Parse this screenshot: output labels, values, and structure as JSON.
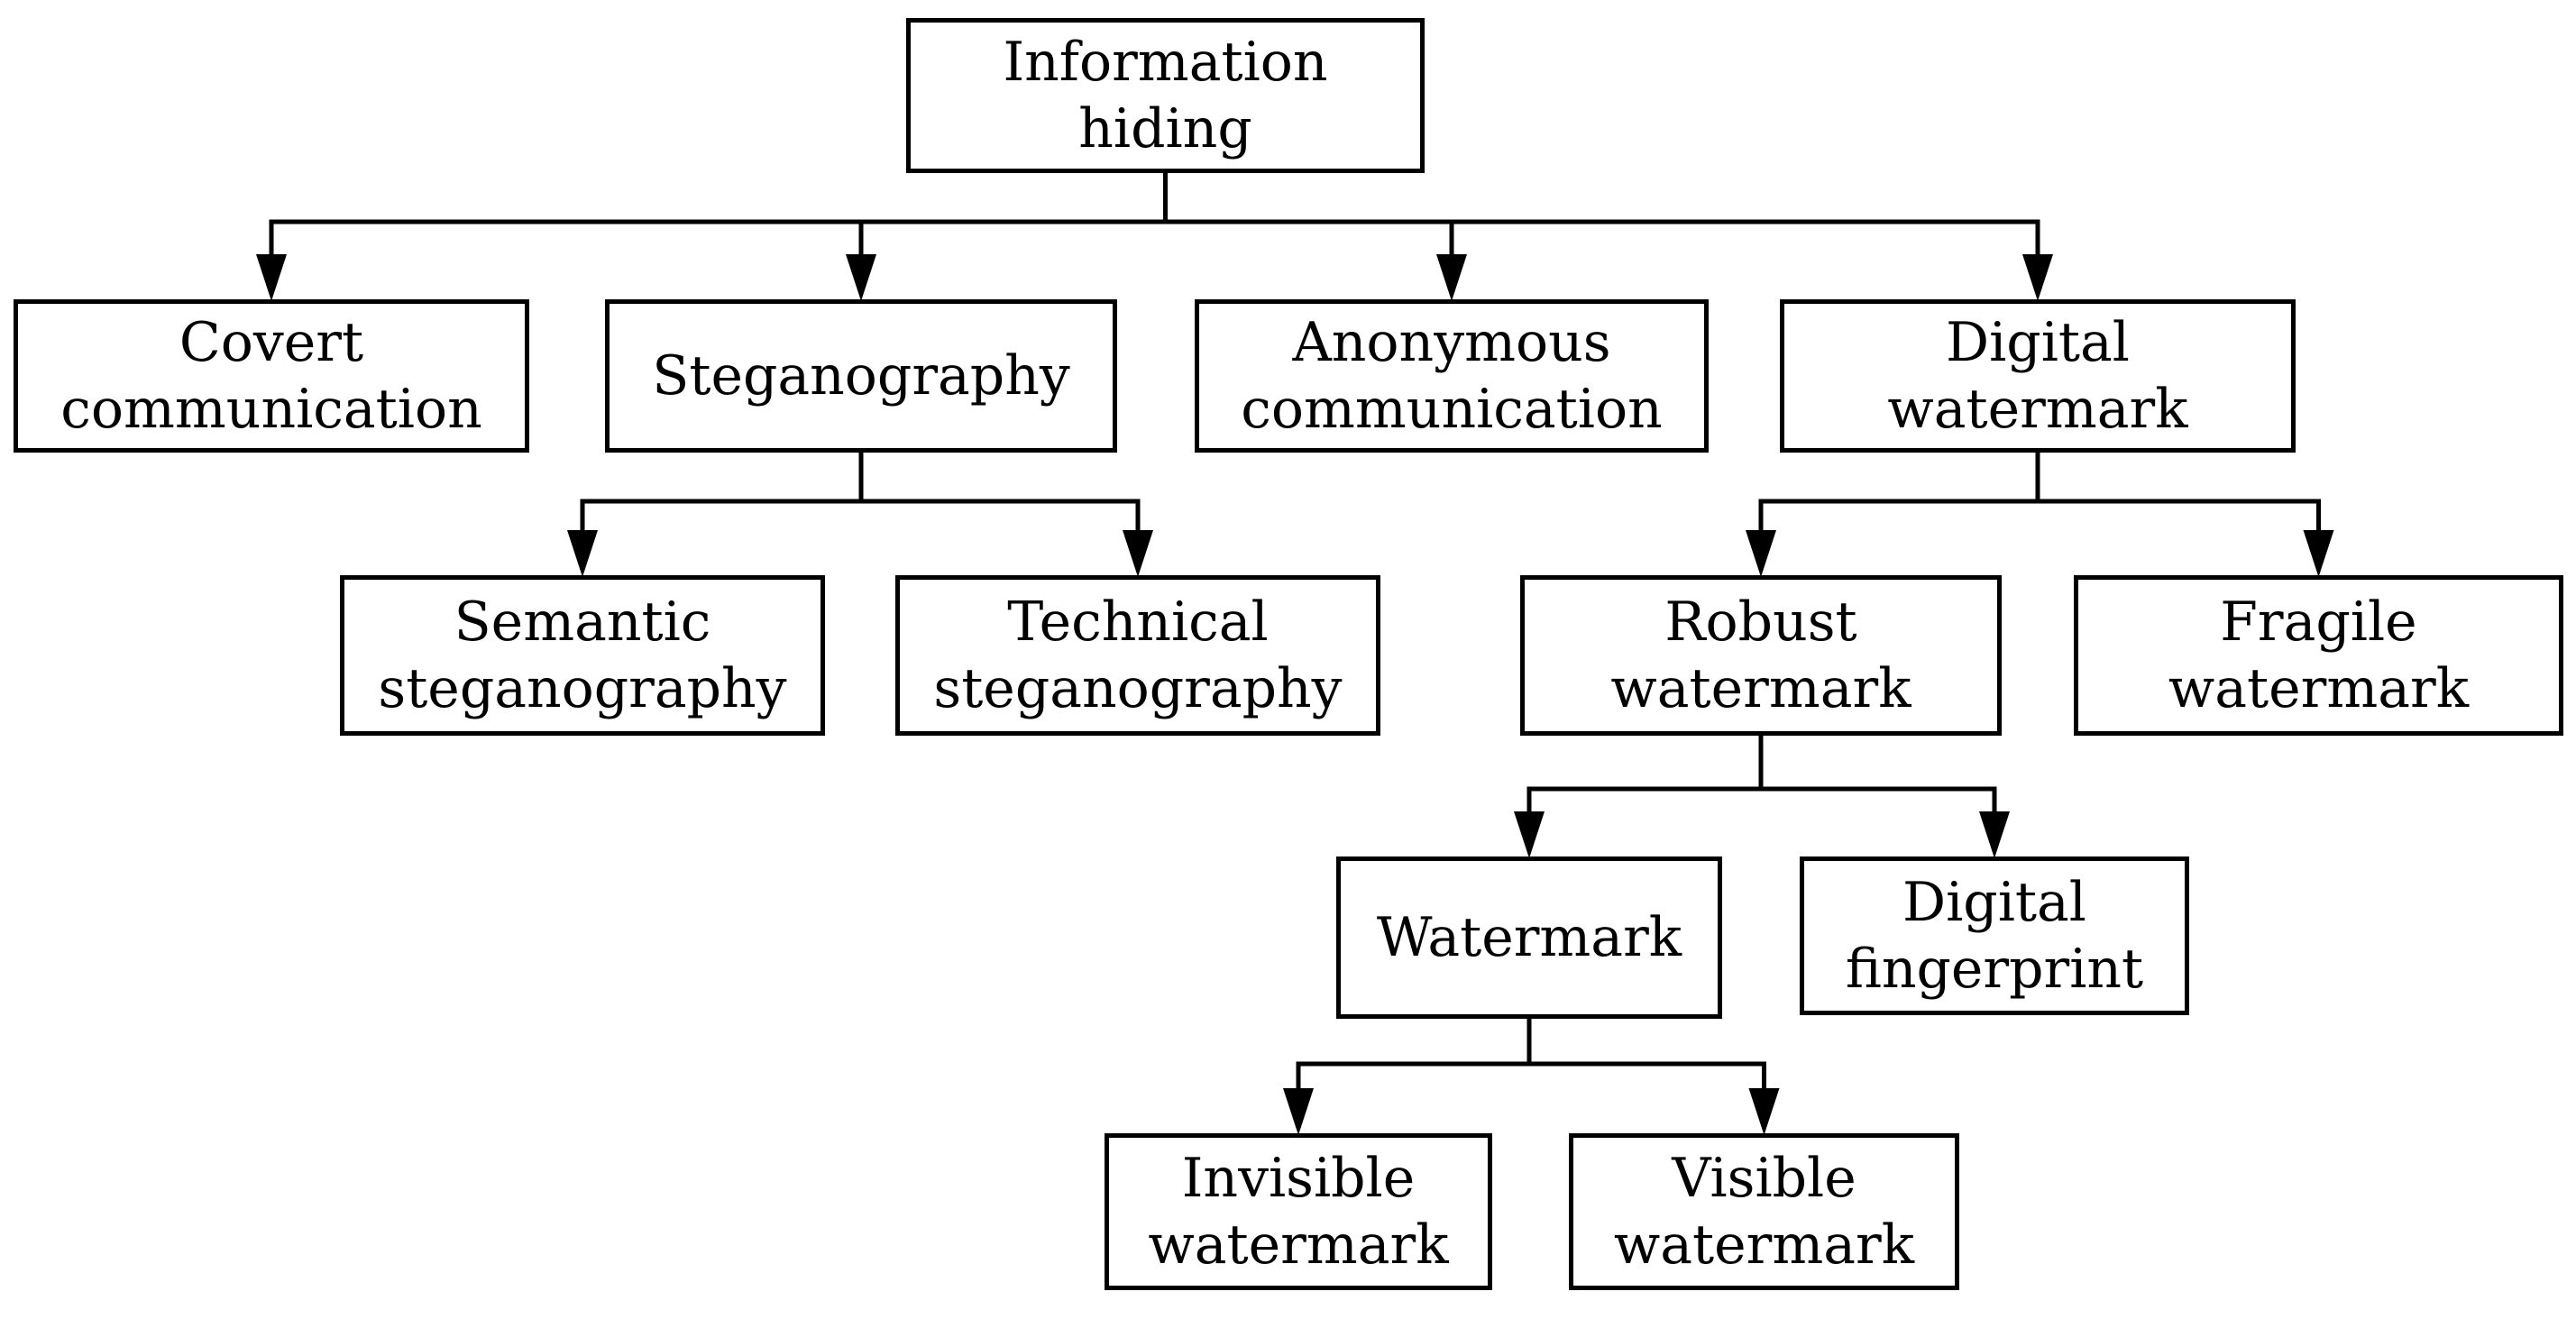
{
  "diagram": {
    "type": "tree",
    "root_id": "information-hiding"
  },
  "colors": {
    "background": "#ffffff",
    "box_fill": "#ffffff",
    "box_border": "#000000",
    "line": "#000000",
    "text": "#000000"
  },
  "nodes": [
    {
      "id": "information-hiding",
      "label": "Information\nhiding",
      "parent": null
    },
    {
      "id": "covert-communication",
      "label": "Covert\ncommunication",
      "parent": "information-hiding"
    },
    {
      "id": "steganography",
      "label": "Steganography",
      "parent": "information-hiding"
    },
    {
      "id": "anonymous-communication",
      "label": "Anonymous\ncommunication",
      "parent": "information-hiding"
    },
    {
      "id": "digital-watermark",
      "label": "Digital\nwatermark",
      "parent": "information-hiding"
    },
    {
      "id": "semantic-steganography",
      "label": "Semantic\nsteganography",
      "parent": "steganography"
    },
    {
      "id": "technical-steganography",
      "label": "Technical\nsteganography",
      "parent": "steganography"
    },
    {
      "id": "robust-watermark",
      "label": "Robust\nwatermark",
      "parent": "digital-watermark"
    },
    {
      "id": "fragile-watermark",
      "label": "Fragile\nwatermark",
      "parent": "digital-watermark"
    },
    {
      "id": "watermark",
      "label": "Watermark",
      "parent": "robust-watermark"
    },
    {
      "id": "digital-fingerprint",
      "label": "Digital\nfingerprint",
      "parent": "robust-watermark"
    },
    {
      "id": "invisible-watermark",
      "label": "Invisible\nwatermark",
      "parent": "watermark"
    },
    {
      "id": "visible-watermark",
      "label": "Visible\nwatermark",
      "parent": "watermark"
    }
  ]
}
